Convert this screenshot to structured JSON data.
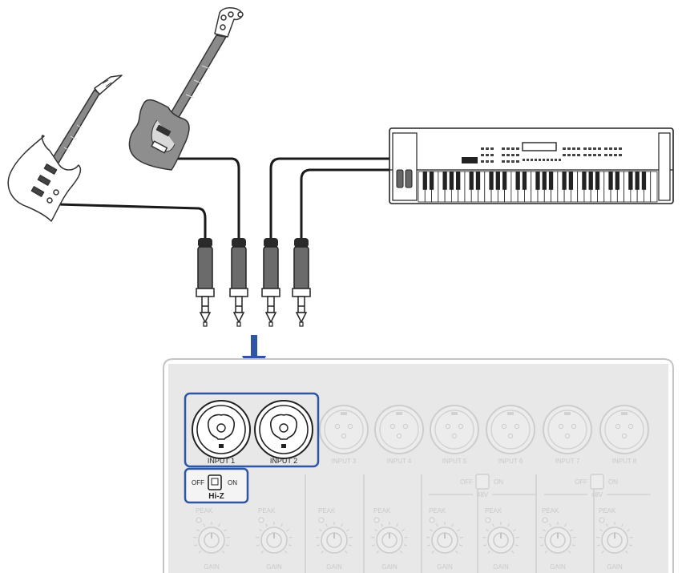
{
  "colors": {
    "cable": "#1a1a1a",
    "arrow": "#2f56a4",
    "highlight": "#2f56a4",
    "panel_fill": "#e6e6e6",
    "panel_stroke": "#bdbdbd",
    "faded": "#c9c9c9"
  },
  "instruments": {
    "guitar": {
      "icon": "electric-guitar-icon"
    },
    "bass": {
      "icon": "bass-guitar-icon"
    },
    "keyboard": {
      "icon": "synthesizer-keyboard-icon"
    }
  },
  "arrow": {
    "icon": "down-arrow-icon"
  },
  "mixer": {
    "inputs": [
      {
        "label": "INPUT 1",
        "type": "combo",
        "highlighted": true
      },
      {
        "label": "INPUT 2",
        "type": "combo",
        "highlighted": true
      },
      {
        "label": "INPUT 3",
        "type": "xlr",
        "highlighted": false
      },
      {
        "label": "INPUT 4",
        "type": "xlr",
        "highlighted": false
      },
      {
        "label": "INPUT 5",
        "type": "xlr",
        "highlighted": false
      },
      {
        "label": "INPUT 6",
        "type": "xlr",
        "highlighted": false
      },
      {
        "label": "INPUT 7",
        "type": "xlr",
        "highlighted": false
      },
      {
        "label": "INPUT 8",
        "type": "xlr",
        "highlighted": false
      }
    ],
    "hiz": {
      "off_label": "OFF",
      "on_label": "ON",
      "name": "Hi-Z"
    },
    "phantom_switches": [
      {
        "off_label": "OFF",
        "on_label": "ON",
        "name": "48V"
      },
      {
        "off_label": "OFF",
        "on_label": "ON",
        "name": "48V"
      }
    ],
    "channels": [
      {
        "peak_label": "PEAK",
        "gain_label": "GAIN"
      },
      {
        "peak_label": "PEAK",
        "gain_label": "GAIN"
      },
      {
        "peak_label": "PEAK",
        "gain_label": "GAIN"
      },
      {
        "peak_label": "PEAK",
        "gain_label": "GAIN"
      },
      {
        "peak_label": "PEAK",
        "gain_label": "GAIN"
      },
      {
        "peak_label": "PEAK",
        "gain_label": "GAIN"
      },
      {
        "peak_label": "PEAK",
        "gain_label": "GAIN"
      },
      {
        "peak_label": "PEAK",
        "gain_label": "GAIN"
      }
    ]
  }
}
